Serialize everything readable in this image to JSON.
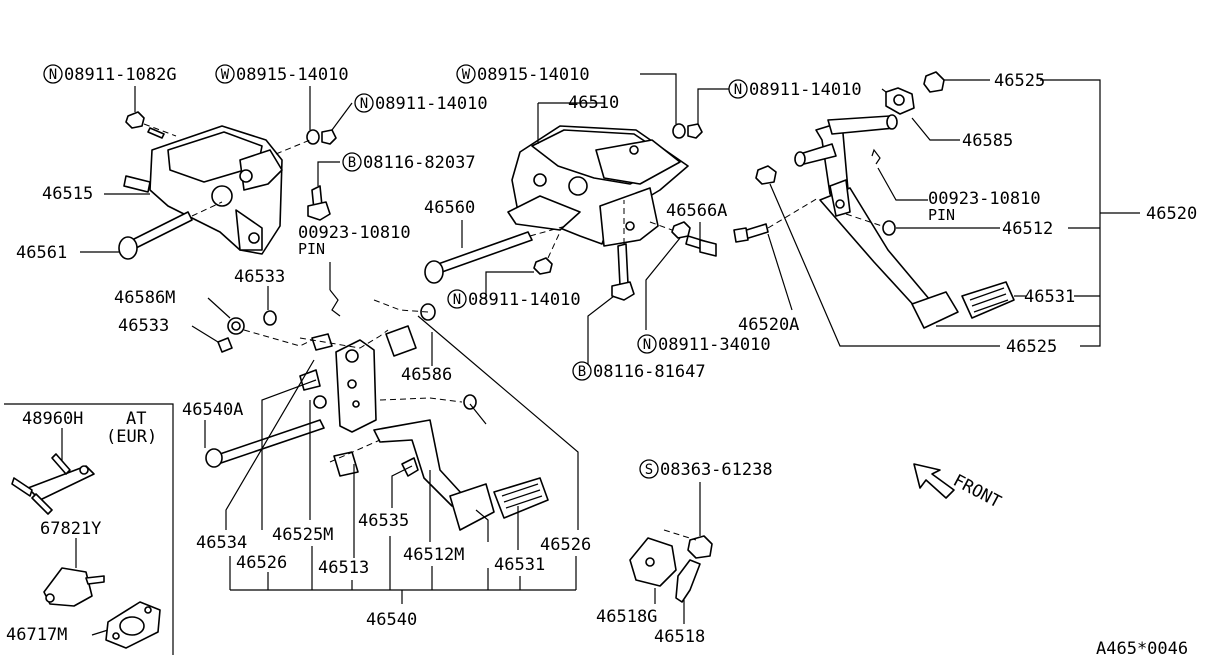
{
  "labels": {
    "n_08911_1082g": "08911-1082G",
    "w_08915_14010_a": "08915-14010",
    "n_08911_14010_a": "08911-14010",
    "b_08116_82037": "08116-82037",
    "p_46515": "46515",
    "p_46561": "46561",
    "p_00923_10810_a": "00923-10810",
    "pin_a": "PIN",
    "p_46533_a": "46533",
    "p_46586m": "46586M",
    "p_46533_b": "46533",
    "w_08915_14010_b": "08915-14010",
    "p_46510": "46510",
    "n_08911_14010_b": "08911-14010",
    "p_46560": "46560",
    "p_46566a": "46566A",
    "n_08911_14010_c": "08911-14010",
    "n_08911_34010": "08911-34010",
    "b_08116_81647": "08116-81647",
    "p_46586": "46586",
    "p_46525_a": "46525",
    "p_46585": "46585",
    "p_00923_10810_b": "00923-10810",
    "pin_b": "PIN",
    "p_46512": "46512",
    "p_46520": "46520",
    "p_46531_a": "46531",
    "p_46520a": "46520A",
    "p_46525_b": "46525",
    "p_46540a": "46540A",
    "p_46534": "46534",
    "p_46526_a": "46526",
    "p_46525m": "46525M",
    "p_46513": "46513",
    "p_46535": "46535",
    "p_46512m": "46512M",
    "p_46531_b": "46531",
    "p_46526_b": "46526",
    "p_46540": "46540",
    "s_08363_61238": "08363-61238",
    "p_46518g": "46518G",
    "p_46518": "46518",
    "front": "FRONT",
    "p_48960h": "48960H",
    "at": "AT",
    "eur": "(EUR)",
    "p_67821y": "67821Y",
    "p_46717m": "46717M",
    "diagram_code": "A465*0046"
  },
  "symbols": {
    "n": "N",
    "w": "W",
    "b": "B",
    "s": "S"
  }
}
